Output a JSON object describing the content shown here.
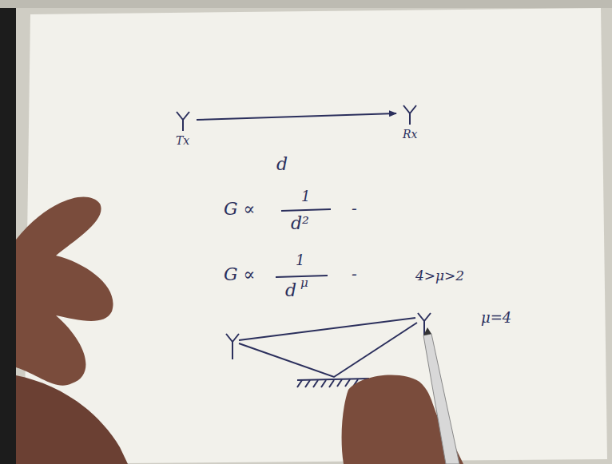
{
  "diagram": {
    "nodes": [
      {
        "text": [
          "Tx"
        ]
      },
      {
        "text": [
          "Rx"
        ]
      }
    ],
    "edges": [
      {
        "from": 0,
        "to": 1,
        "arrow": "to"
      }
    ],
    "labels": [
      "d",
      "G ∝",
      "1",
      "d²",
      "-",
      "G ∝",
      "1",
      "d",
      "μ",
      "-",
      "4>μ>2",
      "μ=4"
    ]
  }
}
